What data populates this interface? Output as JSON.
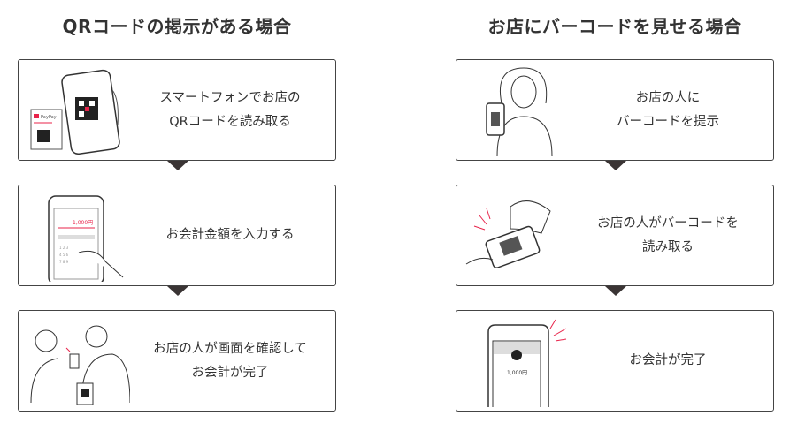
{
  "colors": {
    "accent": "#e8234a",
    "text": "#333333",
    "border": "#444444"
  },
  "left": {
    "title": "QRコードの掲示がある場合",
    "steps": [
      {
        "lines": [
          "スマートフォンでお店の",
          "QRコードを読み取る"
        ],
        "illustration_text": "PayPay"
      },
      {
        "lines": [
          "お会計金額を入力する"
        ],
        "illustration_text": "1,000円"
      },
      {
        "lines": [
          "お店の人が画面を確認して",
          "お会計が完了"
        ]
      }
    ]
  },
  "right": {
    "title": "お店にバーコードを見せる場合",
    "steps": [
      {
        "lines": [
          "お店の人に",
          "バーコードを提示"
        ]
      },
      {
        "lines": [
          "お店の人がバーコードを",
          "読み取る"
        ]
      },
      {
        "lines": [
          "お会計が完了"
        ],
        "illustration_text": "1,000円"
      }
    ]
  }
}
